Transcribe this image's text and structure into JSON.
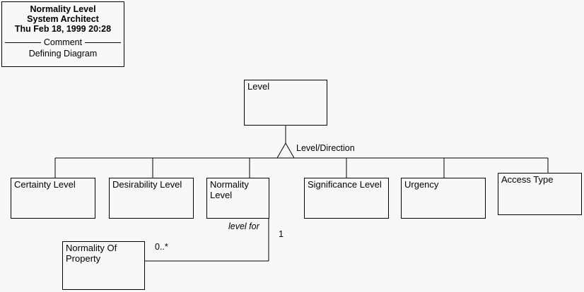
{
  "diagram": {
    "background_color": "#f8f8f8",
    "line_color": "#000000",
    "header": {
      "title_line_1": "Normality Level",
      "title_line_2": "System Architect",
      "title_line_3": "Thu Feb 18, 1999  20:28",
      "separator_label": "Comment",
      "comment_text": "Defining Diagram"
    },
    "superclass": {
      "name": "Level"
    },
    "generalization": {
      "label": "Level/Direction"
    },
    "subclasses": [
      {
        "name": "Certainty Level"
      },
      {
        "name": "Desirability Level"
      },
      {
        "name": "Normality Level"
      },
      {
        "name": "Significance Level"
      },
      {
        "name": "Urgency"
      },
      {
        "name": "Access Type"
      }
    ],
    "association": {
      "source": "Normality Of Property",
      "target": "Normality Level",
      "role_label": "level for",
      "source_multiplicity": "0..*",
      "target_multiplicity": "1"
    },
    "related_class": {
      "name": "Normality Of\nProperty"
    }
  }
}
